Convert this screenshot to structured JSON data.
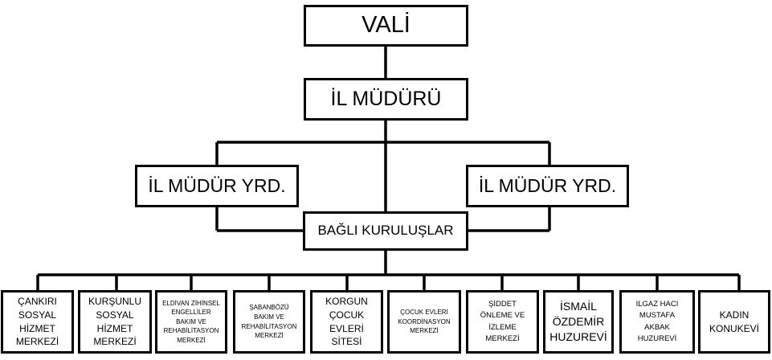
{
  "org": {
    "vali": "VALİ",
    "il_muduru": "İL MÜDÜRÜ",
    "yardimci_sol": "İL MÜDÜR YRD.",
    "yardimci_sag": "İL MÜDÜR YRD.",
    "bagli": "BAĞLI KURULUŞLAR",
    "kuruluslar": [
      "ÇANKIRI\nSOSYAL\nHİZMET\nMERKEZİ",
      "KURŞUNLU\nSOSYAL\nHİZMET\nMERKEZİ",
      "ELDİVAN ZİHİNSEL\nENGELLİLER\nBAKIM VE\nREHABİLİTASYON\nMERKEZİ",
      "ŞABANBÖZÜ\nBAKIM VE\nREHABİLİTASYON\nMERKEZİ",
      "KORGUN\nÇOCUK\nEVLERİ SİTESİ",
      "ÇOCUK EVLERİ\nKOORDİNASYON\nMERKEZİ",
      "ŞİDDET\nÖNLEME VE\nİZLEME\nMERKEZİ",
      "İSMAİL\nÖZDEMİR\nHUZUREVİ",
      "ILGAZ HACI\nMUSTAFA\nAKBAK\nHUZUREVİ",
      "KADIN\nKONUKEVİ"
    ]
  }
}
